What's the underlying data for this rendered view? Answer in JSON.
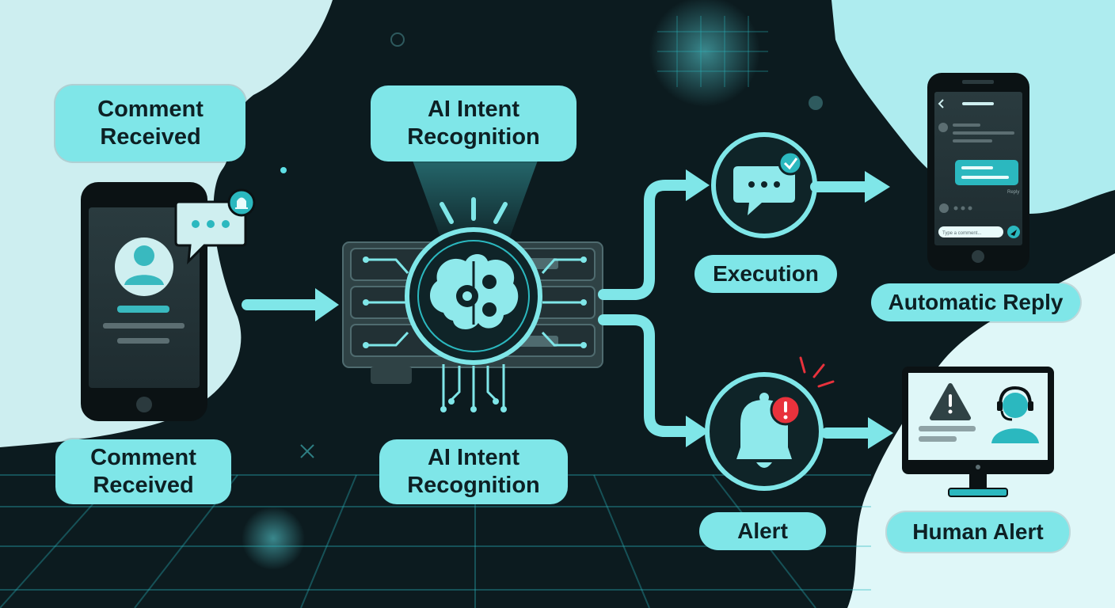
{
  "labels": {
    "comment_top": [
      "Comment",
      "Received"
    ],
    "comment_bottom": [
      "Comment",
      "Received"
    ],
    "ai_top": [
      "AI Intent",
      "Recognition"
    ],
    "ai_bottom": [
      "AI Intent",
      "Recognition"
    ],
    "execution": "Execution",
    "automatic_reply": "Automatic Reply",
    "alert": "Alert",
    "human_alert": "Human Alert"
  },
  "phone_ui": {
    "reply_tag": "Reply",
    "input_placeholder": "Type a comment..."
  },
  "colors": {
    "accent": "#7fe6e8",
    "accent_dark": "#2bb8bf",
    "background": "#0c1b1f",
    "panel_light": "#dff7f8",
    "alert_red": "#e8323c"
  },
  "icons": [
    "user-avatar-icon",
    "chat-bubble-icon",
    "notification-bell-icon",
    "brain-gear-icon",
    "chat-check-icon",
    "alert-bell-icon",
    "warning-triangle-icon",
    "headset-agent-icon",
    "send-icon"
  ]
}
